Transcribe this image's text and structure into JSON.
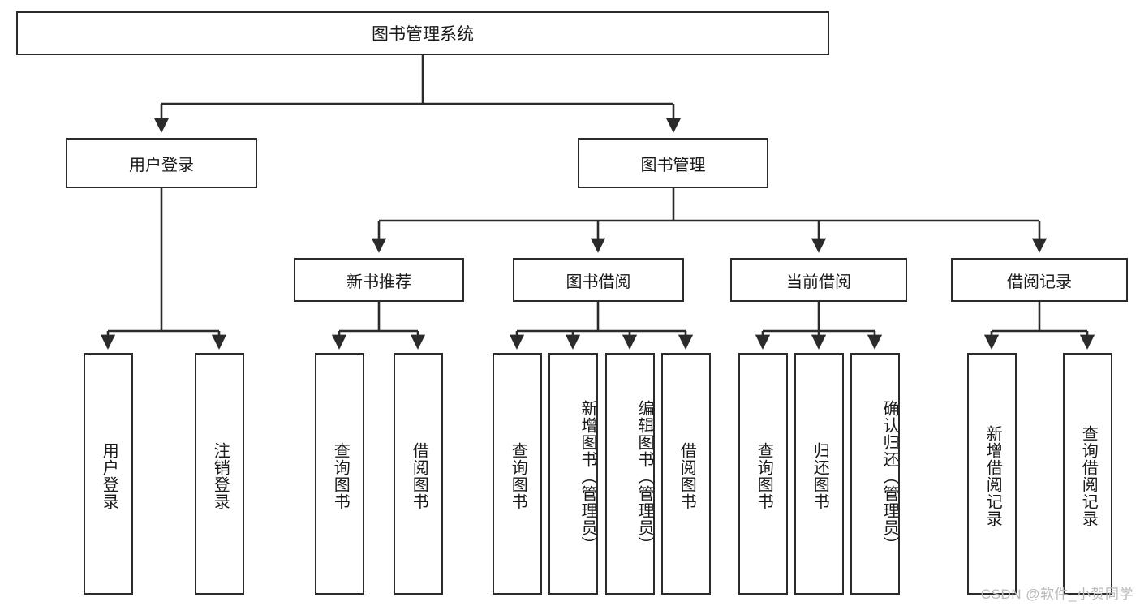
{
  "diagram": {
    "title": "图书管理系统",
    "type": "tree",
    "root": {
      "label": "图书管理系统"
    },
    "level2": [
      {
        "label": "用户登录"
      },
      {
        "label": "图书管理"
      }
    ],
    "level3": [
      {
        "label": "新书推荐"
      },
      {
        "label": "图书借阅"
      },
      {
        "label": "当前借阅"
      },
      {
        "label": "借阅记录"
      }
    ],
    "leaves": {
      "user_login": [
        {
          "label": "用户登录"
        },
        {
          "label": "注销登录"
        }
      ],
      "new_book_recommend": [
        {
          "label": "查询图书"
        },
        {
          "label": "借阅图书"
        }
      ],
      "book_borrow": [
        {
          "label": "查询图书"
        },
        {
          "label": "新增图书（管理员）"
        },
        {
          "label": "编辑图书（管理员）"
        },
        {
          "label": "借阅图书"
        }
      ],
      "current_borrow": [
        {
          "label": "查询图书"
        },
        {
          "label": "归还图书"
        },
        {
          "label": "确认归还（管理员）"
        }
      ],
      "borrow_records": [
        {
          "label": "新增借阅记录"
        },
        {
          "label": "查询借阅记录"
        }
      ]
    }
  },
  "watermark": {
    "text": "CSDN @软件_小贺同学"
  },
  "colors": {
    "border": "#2b2b2b",
    "text": "#1a1a1a",
    "background": "#ffffff",
    "watermark": "#b8b8b8"
  }
}
